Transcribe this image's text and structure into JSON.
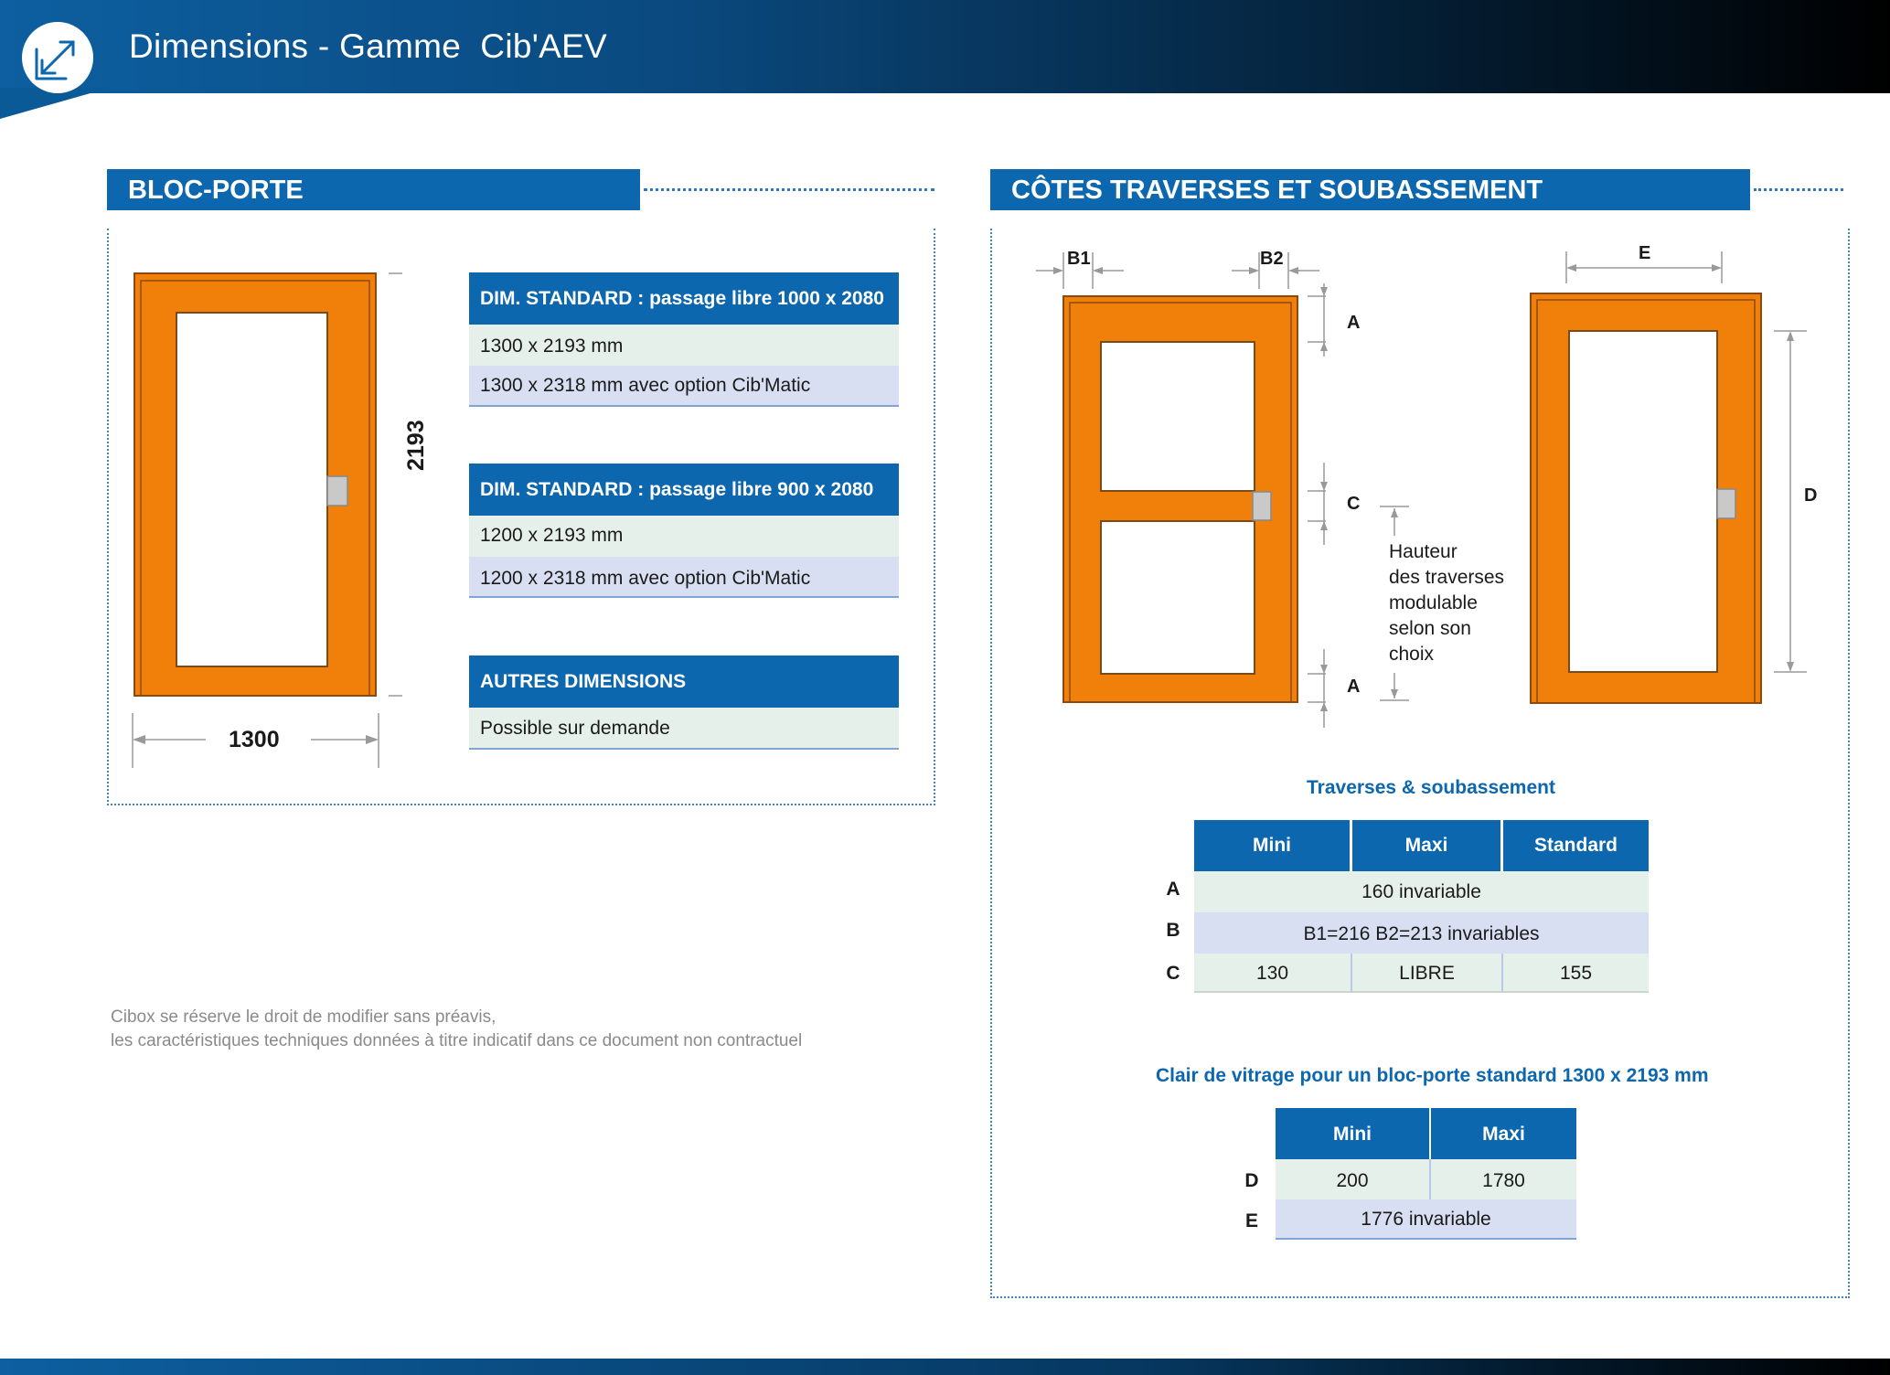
{
  "header": {
    "title": "Dimensions - Gamme  Cib'AEV",
    "icon": "resize-arrows-icon"
  },
  "left": {
    "section_title": "BLOC-PORTE",
    "dim_height": "2193",
    "dim_width": "1300",
    "spec1": {
      "header": "DIM. STANDARD : passage libre 1000 x 2080",
      "row1": "1300 x 2193 mm",
      "row2": "1300 x 2318 mm avec option Cib'Matic"
    },
    "spec2": {
      "header": "DIM. STANDARD : passage libre 900 x 2080",
      "row1": "1200 x 2193 mm",
      "row2": "1200 x 2318 mm avec option Cib'Matic"
    },
    "spec3": {
      "header": "AUTRES DIMENSIONS",
      "row1": "Possible sur demande"
    },
    "note": [
      "Cibox se réserve le droit de modifier sans préavis,",
      "les caractéristiques techniques données à titre indicatif dans ce document non contractuel"
    ]
  },
  "right": {
    "section_title": "CÔTES TRAVERSES ET SOUBASSEMENT",
    "labels": {
      "b1": "B1",
      "b2": "B2",
      "a_top": "A",
      "c": "C",
      "a_bottom": "A",
      "e": "E",
      "d": "D"
    },
    "hauteur": [
      "Hauteur",
      "des traverses",
      "modulable",
      "selon son",
      "choix"
    ],
    "table1": {
      "caption": "Traverses & soubassement",
      "headers": [
        "Mini",
        "Maxi",
        "Standard"
      ],
      "row_labels": [
        "A",
        "B",
        "C"
      ],
      "rowA": "160 invariable",
      "rowB": "B1=216  B2=213 invariables",
      "rowC": [
        "130",
        "LIBRE",
        "155"
      ]
    },
    "table2": {
      "caption": "Clair de vitrage pour un bloc-porte standard 1300 x 2193 mm",
      "headers": [
        "Mini",
        "Maxi"
      ],
      "row_labels": [
        "D",
        "E"
      ],
      "rowD": [
        "200",
        "1780"
      ],
      "rowE": "1776 invariable"
    }
  },
  "colors": {
    "brand_blue": "#0c67ae",
    "door_orange": "#f0800a",
    "row_green": "#e6f0ea",
    "row_lavender": "#d8dff2"
  }
}
